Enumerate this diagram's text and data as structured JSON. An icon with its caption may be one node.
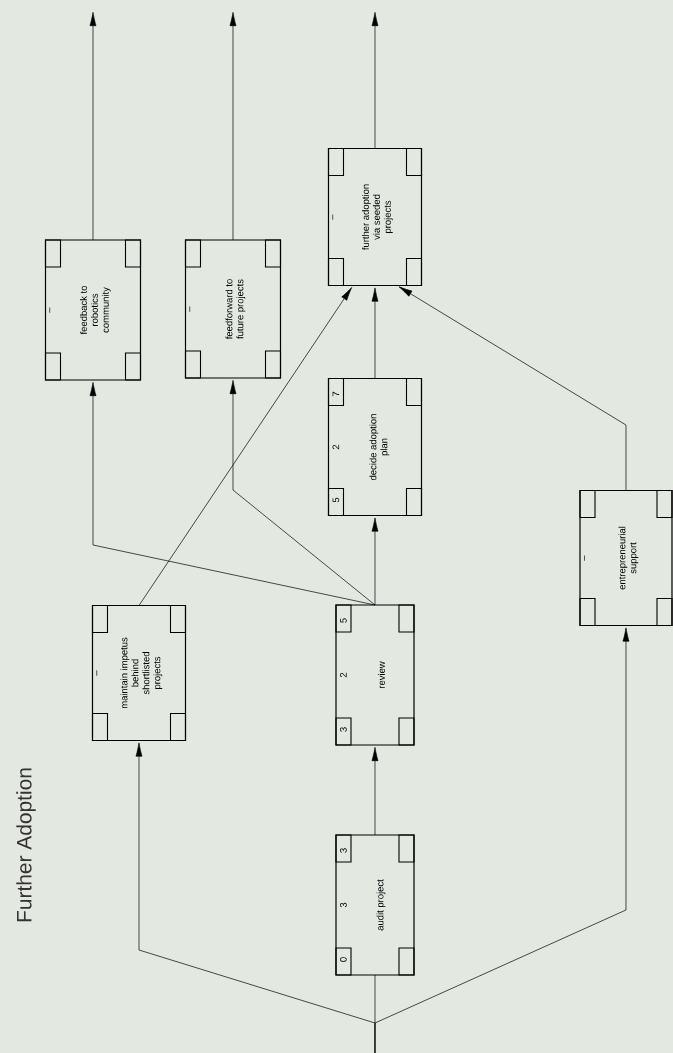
{
  "diagram": {
    "title": "Further Adoption",
    "nodes": [
      {
        "text": [
          "0",
          "3",
          "3",
          "audit project"
        ]
      },
      {
        "text": [
          "3",
          "2",
          "5",
          "review"
        ]
      },
      {
        "text": [
          "5",
          "2",
          "7",
          "decide adoption plan"
        ]
      },
      {
        "text": [
          "–",
          "further adoption via seeded projects"
        ]
      },
      {
        "text": [
          "–",
          "maintain impetus behind shortlisted projects"
        ]
      },
      {
        "text": [
          "–",
          "feedback to robotics community"
        ]
      },
      {
        "text": [
          "–",
          "feedforward to future projects"
        ]
      },
      {
        "text": [
          "–",
          "entrepreneurial support"
        ]
      }
    ],
    "edges": [
      {
        "from": null,
        "to": 0,
        "arrow": "none"
      },
      {
        "from": null,
        "to": 4,
        "arrow": "to"
      },
      {
        "from": null,
        "to": 7,
        "arrow": "to"
      },
      {
        "from": 0,
        "to": 1,
        "arrow": "to"
      },
      {
        "from": 1,
        "to": 2,
        "arrow": "to"
      },
      {
        "from": 1,
        "to": 5,
        "arrow": "to"
      },
      {
        "from": 1,
        "to": 6,
        "arrow": "to"
      },
      {
        "from": 4,
        "to": 3,
        "arrow": "to"
      },
      {
        "from": 2,
        "to": 3,
        "arrow": "to"
      },
      {
        "from": 7,
        "to": 3,
        "arrow": "to"
      },
      {
        "from": 5,
        "to": null,
        "arrow": "to"
      },
      {
        "from": 6,
        "to": null,
        "arrow": "to"
      },
      {
        "from": 3,
        "to": null,
        "arrow": "to"
      }
    ]
  }
}
